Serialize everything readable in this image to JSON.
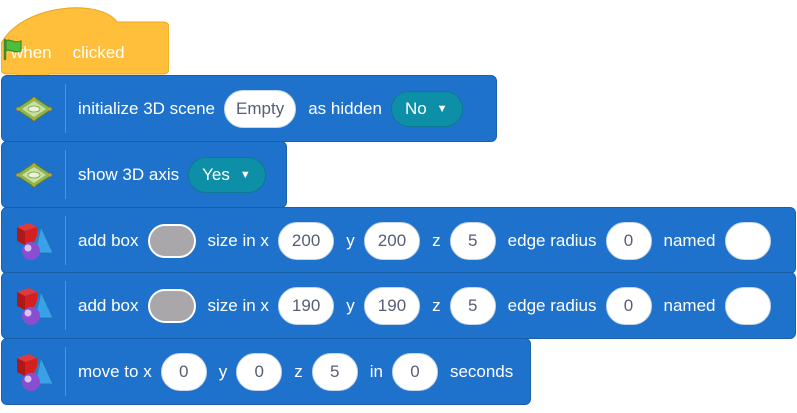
{
  "hat": {
    "when_label": "when",
    "clicked_label": "clicked",
    "flag_icon": "green-flag-icon",
    "color": "#ffbf3a"
  },
  "blocks": {
    "init_scene": {
      "icon": "3d-scene-icon",
      "label": "initialize 3D scene",
      "scene_value": "Empty",
      "hidden_label": "as hidden",
      "hidden_value": "No"
    },
    "show_axis": {
      "icon": "3d-scene-icon",
      "label": "show 3D axis",
      "axis_value": "Yes"
    },
    "add_box_1": {
      "icon": "3d-shapes-icon",
      "label": "add box",
      "color": "#aaa7ab",
      "size_label": "size in x",
      "x": "200",
      "y_label": "y",
      "y": "200",
      "z_label": "z",
      "z": "5",
      "radius_label": "edge radius",
      "radius": "0",
      "named_label": "named",
      "name": ""
    },
    "add_box_2": {
      "icon": "3d-shapes-icon",
      "label": "add box",
      "color": "#aaa7ab",
      "size_label": "size in x",
      "x": "190",
      "y_label": "y",
      "y": "190",
      "z_label": "z",
      "z": "5",
      "radius_label": "edge radius",
      "radius": "0",
      "named_label": "named",
      "name": ""
    },
    "move_to": {
      "icon": "3d-shapes-icon",
      "label": "move to x",
      "x": "0",
      "y_label": "y",
      "y": "0",
      "z_label": "z",
      "z": "5",
      "in_label": "in",
      "seconds": "0",
      "seconds_label": "seconds"
    }
  },
  "colors": {
    "block_blue": "#1e72cc",
    "dropdown_teal": "#0e8fa8",
    "hat_yellow": "#ffbf3a"
  }
}
